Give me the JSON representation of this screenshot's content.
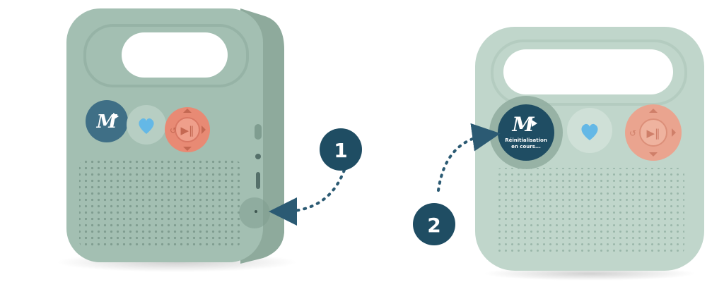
{
  "steps": {
    "one": "1",
    "two": "2"
  },
  "screen": {
    "line1": "Réinitialisation",
    "line2": "en cours..."
  },
  "colors": {
    "body": "#a3bfb2",
    "body_light": "#c0d6cb",
    "accent_buttons": "#e88a74",
    "heart": "#64b8e6",
    "brand_button": "#3f6f86",
    "badge": "#1f4d63",
    "arrow": "#2b5a73"
  },
  "icons": {
    "logo": "m-play-logo-icon",
    "favorite": "heart-icon",
    "transport": [
      "arrow-up-icon",
      "arrow-down-icon",
      "back-icon",
      "forward-icon",
      "play-pause-icon"
    ]
  }
}
